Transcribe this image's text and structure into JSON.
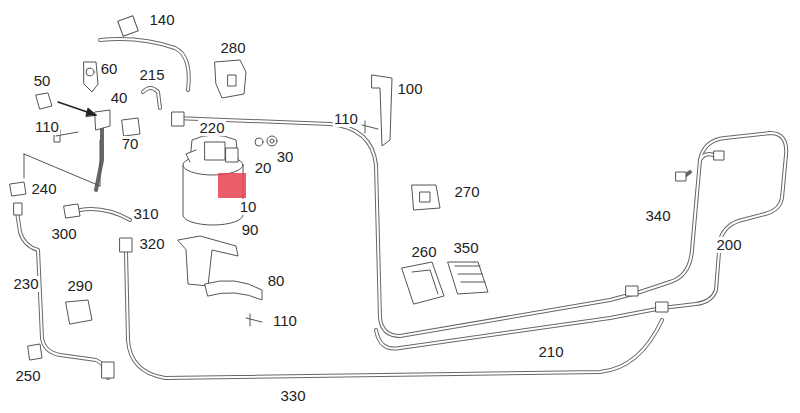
{
  "diagram": {
    "labels": [
      "140",
      "280",
      "50",
      "60",
      "215",
      "100",
      "40",
      "110",
      "220",
      "70",
      "110",
      "20",
      "30",
      "240",
      "10",
      "270",
      "340",
      "310",
      "200",
      "300",
      "90",
      "320",
      "350",
      "260",
      "230",
      "80",
      "290",
      "110",
      "210",
      "250",
      "330"
    ]
  }
}
